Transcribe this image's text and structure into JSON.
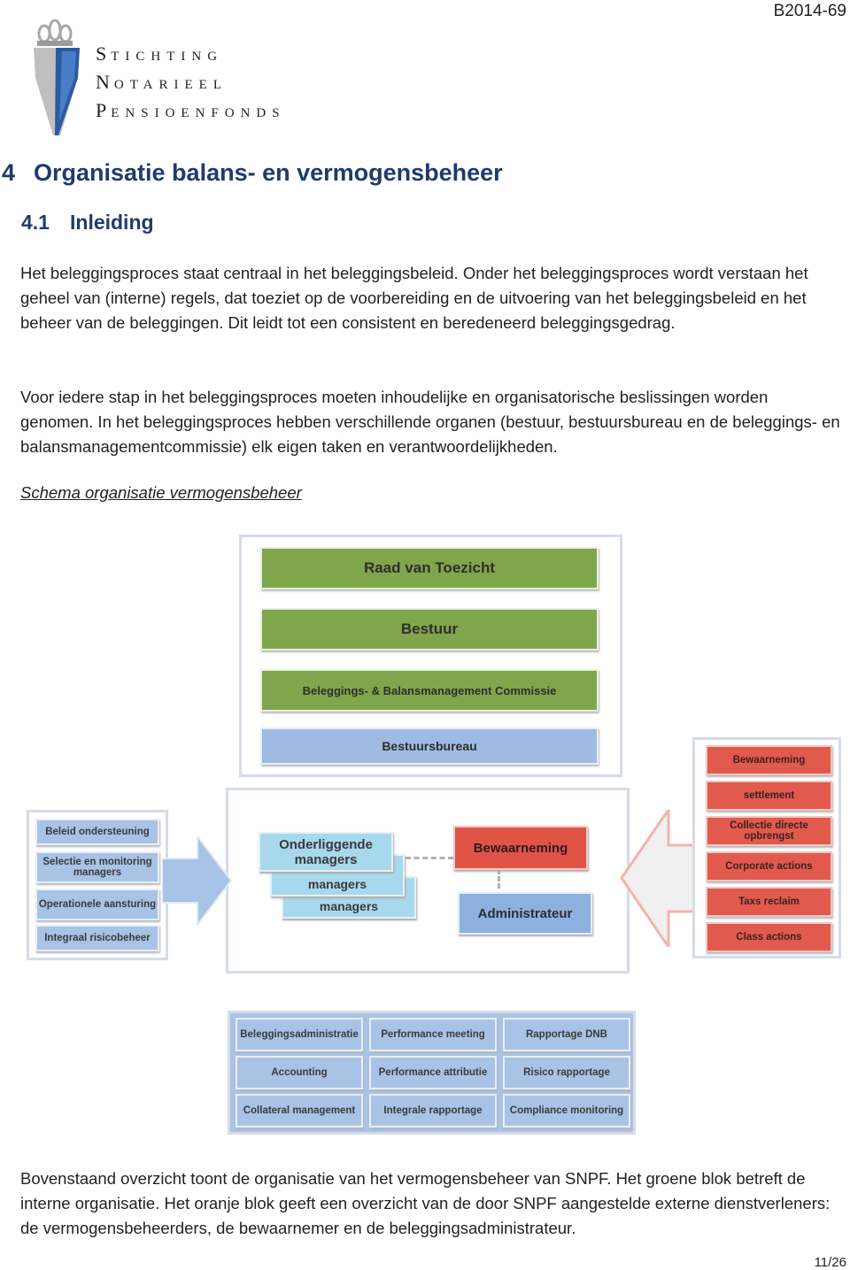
{
  "header": {
    "doc_id": "B2014-69",
    "logo_lines": [
      {
        "initial": "S",
        "rest": "TICHTING"
      },
      {
        "initial": "N",
        "rest": "OTARIEEL"
      },
      {
        "initial": "P",
        "rest": "ENSIOENFONDS"
      }
    ]
  },
  "heading1": {
    "number": "4",
    "text": "Organisatie balans- en vermogensbeheer"
  },
  "heading2": {
    "number": "4.1",
    "text": "Inleiding"
  },
  "paragraphs": {
    "p1": "Het beleggingsproces staat centraal in het beleggingsbeleid. Onder het beleggingsproces wordt verstaan het geheel van (interne) regels, dat toeziet op de voorbereiding en de uitvoering van het beleggingsbeleid en het beheer van de beleggingen. Dit leidt tot een consistent en beredeneerd beleggingsgedrag.",
    "p2": "Voor iedere stap in het beleggingsproces moeten inhoudelijke en organisatorische beslissingen worden genomen. In het beleggingsproces hebben verschillende organen (bestuur, bestuursbureau en de beleggings- en balansmanagementcommissie) elk eigen taken en verantwoordelijkheden.",
    "p3": "Bovenstaand overzicht toont de organisatie van het vermogensbeheer van SNPF. Het groene blok betreft de interne organisatie. Het oranje blok geeft een overzicht van de door SNPF aangestelde externe dienstverleners: de vermogensbeheerders, de bewaarnemer en de beleggingsadministrateur."
  },
  "schema_title": "Schema organisatie vermogensbeheer",
  "diagram": {
    "internal": {
      "raad": "Raad van Toezicht",
      "bestuur": "Bestuur",
      "commissie": "Beleggings- & Balansmanagement Commissie",
      "bureau": "Bestuursbureau"
    },
    "left_items": [
      "Beleid ondersteuning",
      "Selectie en monitoring managers",
      "Operationele aansturing",
      "Integraal risicobeheer"
    ],
    "center": {
      "managers_front": "Onderliggende managers",
      "managers_back1": "managers",
      "managers_back2": "managers",
      "bewaarneming": "Bewaarneming",
      "administrateur": "Administrateur"
    },
    "right_items": [
      "Bewaarneming",
      "settlement",
      "Collectie directe opbrengst",
      "Corporate actions",
      "Taxs reclaim",
      "Class actions"
    ],
    "bottom_grid": [
      [
        "Beleggingsadministratie",
        "Performance meeting",
        "Rapportage DNB"
      ],
      [
        "Accounting",
        "Performance attributie",
        "Risico rapportage"
      ],
      [
        "Collateral management",
        "Integrale rapportage",
        "Compliance monitoring"
      ]
    ],
    "colors": {
      "green": "#7fa64b",
      "blue": "#9fbbe2",
      "red": "#e25a4e",
      "cyan": "#a8d8ec"
    }
  },
  "footer": {
    "page": "11/26"
  }
}
